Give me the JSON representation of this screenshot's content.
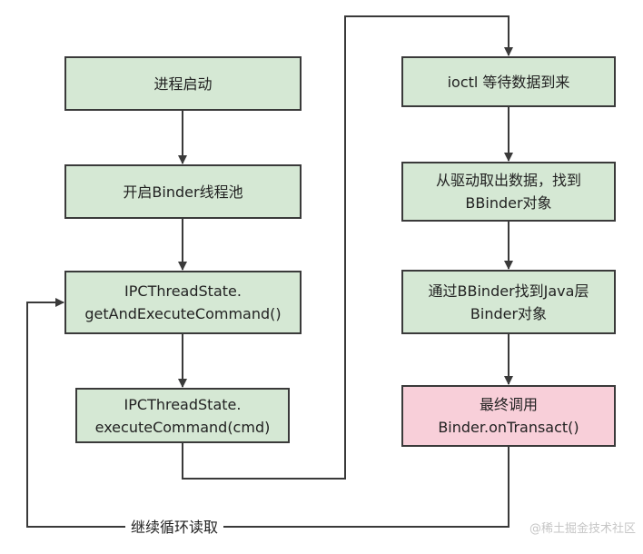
{
  "nodes": {
    "start_process": {
      "lines": [
        "进程启动"
      ]
    },
    "open_thread_pool": {
      "lines": [
        "开启Binder线程池"
      ]
    },
    "get_and_execute": {
      "lines": [
        "IPCThreadState.",
        "getAndExecuteCommand()"
      ]
    },
    "execute_command": {
      "lines": [
        "IPCThreadState.",
        "executeCommand(cmd)"
      ]
    },
    "ioctl_wait": {
      "lines": [
        "ioctl 等待数据到来"
      ]
    },
    "find_bbinder": {
      "lines": [
        "从驱动取出数据，找到",
        "BBinder对象"
      ]
    },
    "find_java_binder": {
      "lines": [
        "通过BBinder找到Java层",
        "Binder对象"
      ]
    },
    "on_transact": {
      "lines": [
        "最终调用",
        "Binder.onTransact()"
      ]
    }
  },
  "edges": {
    "loop_label": "继续循环读取"
  },
  "colors": {
    "node_fill": "#d5e8d4",
    "final_node_fill": "#f8cfd9",
    "stroke": "#3a3a3a"
  },
  "watermark": "@稀土掘金技术社区"
}
